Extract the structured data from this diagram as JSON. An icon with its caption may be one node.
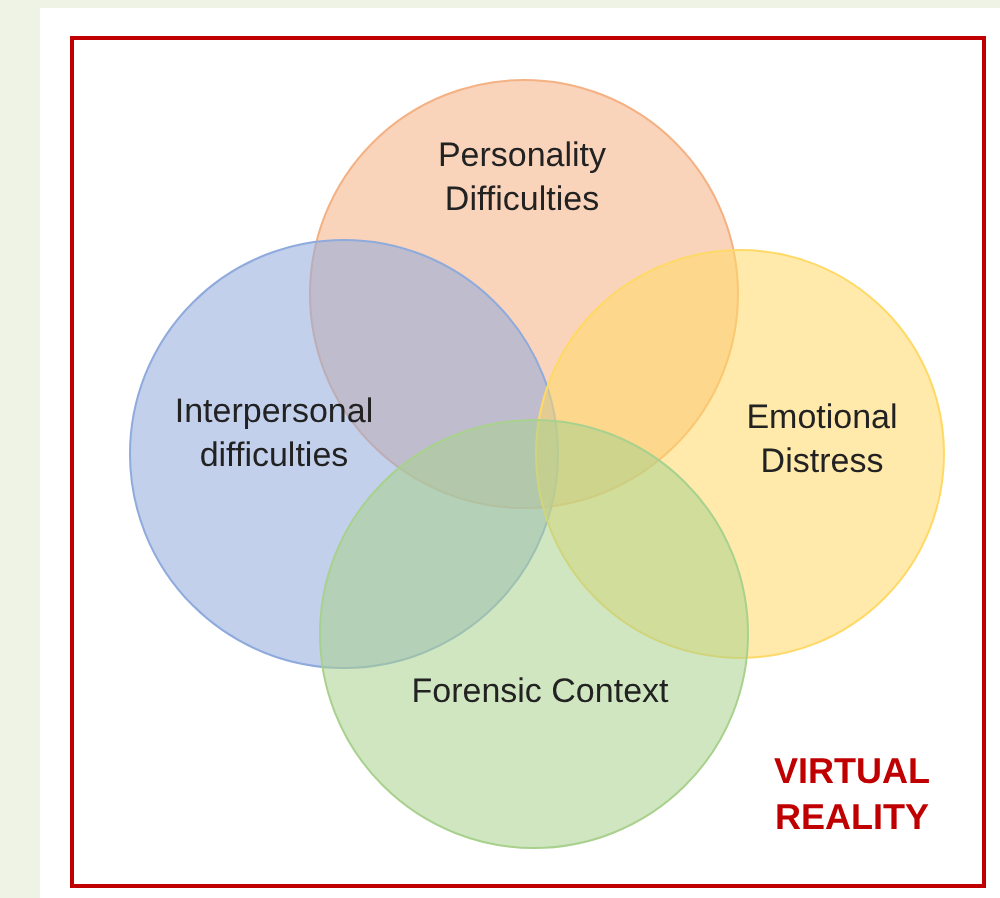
{
  "diagram": {
    "nodes": [
      {
        "text": [
          "VIRTUAL REALITY"
        ]
      },
      {
        "text": [
          "Personality Difficulties"
        ],
        "in": 0
      },
      {
        "text": [
          "Interpersonal difficulties"
        ],
        "in": 0
      },
      {
        "text": [
          "Emotional Distress"
        ],
        "in": 0
      },
      {
        "text": [
          "Forensic Context"
        ],
        "in": 0
      }
    ]
  }
}
